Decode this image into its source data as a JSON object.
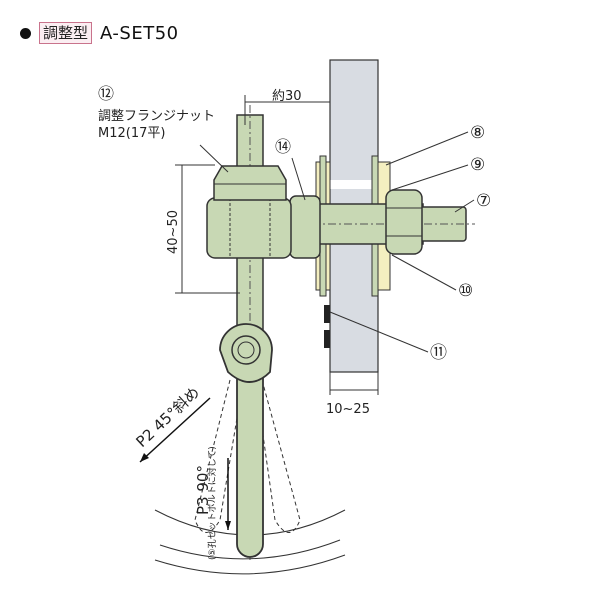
{
  "header": {
    "type_label": "調整型",
    "model": "A-SET50"
  },
  "labels": {
    "n12": "⑫",
    "part12_name": "調整フランジナット",
    "part12_spec": "M12(17平)",
    "n14": "⑭",
    "n8": "⑧",
    "n9": "⑨",
    "n7": "⑦",
    "n10": "⑩",
    "n11": "⑪",
    "dim_approx30": "約30",
    "dim_40_50": "40~50",
    "dim_10_25": "10~25",
    "p2": "P2 45°斜め",
    "p3": "P3 90°",
    "p3_note": "(⑤孔セットボルトに対して)"
  },
  "colors": {
    "part_green": "#c8d8b4",
    "washer_yellow": "#f4efc0",
    "wall_gray": "#d8dce2",
    "type_border": "#c9738c"
  }
}
